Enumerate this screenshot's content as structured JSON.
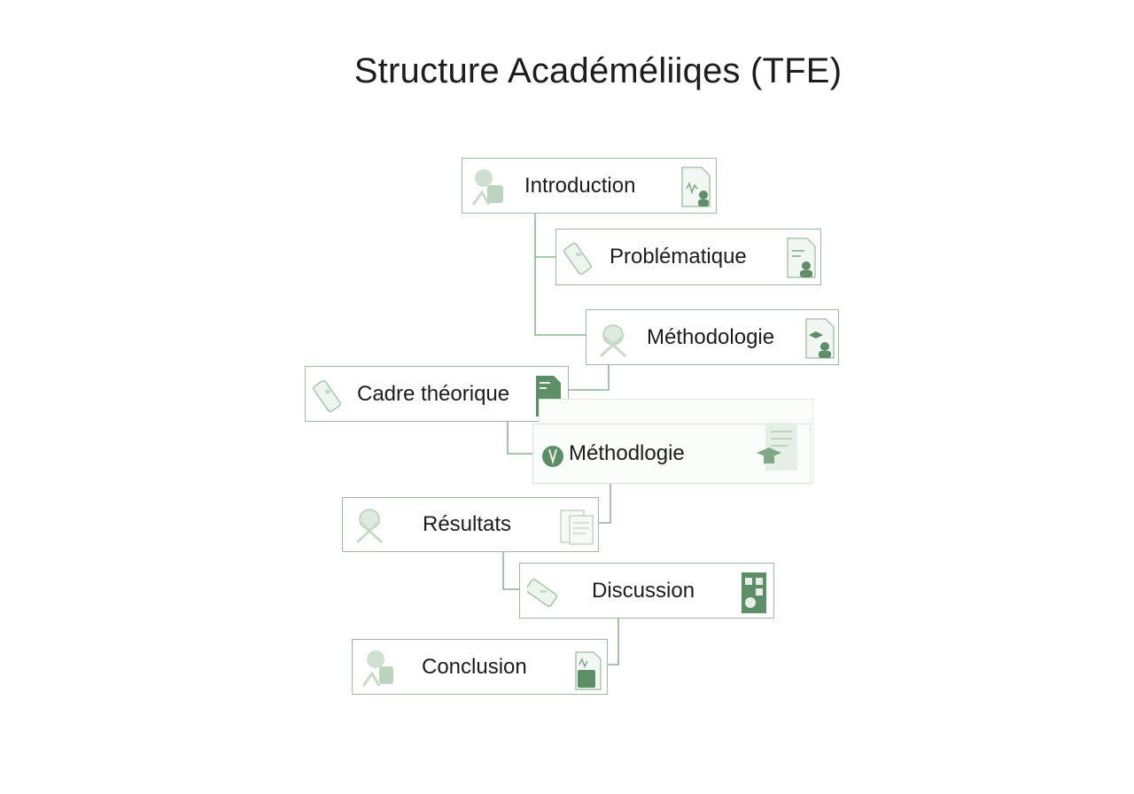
{
  "title": "Structure Académéliiqes (TFE)",
  "sections": {
    "introduction": "Introduction",
    "problematique": "Problématique",
    "methodologie": "Méthodologie",
    "cadre_theorique": "Cadre théorique",
    "methodlogie": "Méthodlogie",
    "resultats": "Résultats",
    "discussion": "Discussion",
    "conclusion": "Conclusion"
  },
  "colors": {
    "border": "#9dbd9f",
    "icon_dark": "#5e8e68",
    "icon_light": "#c8dcc9",
    "connector": "#8fb492"
  },
  "icons": [
    "people-icon",
    "document-icon",
    "id-card-icon",
    "scroll-icon",
    "tools-icon",
    "notes-icon"
  ]
}
